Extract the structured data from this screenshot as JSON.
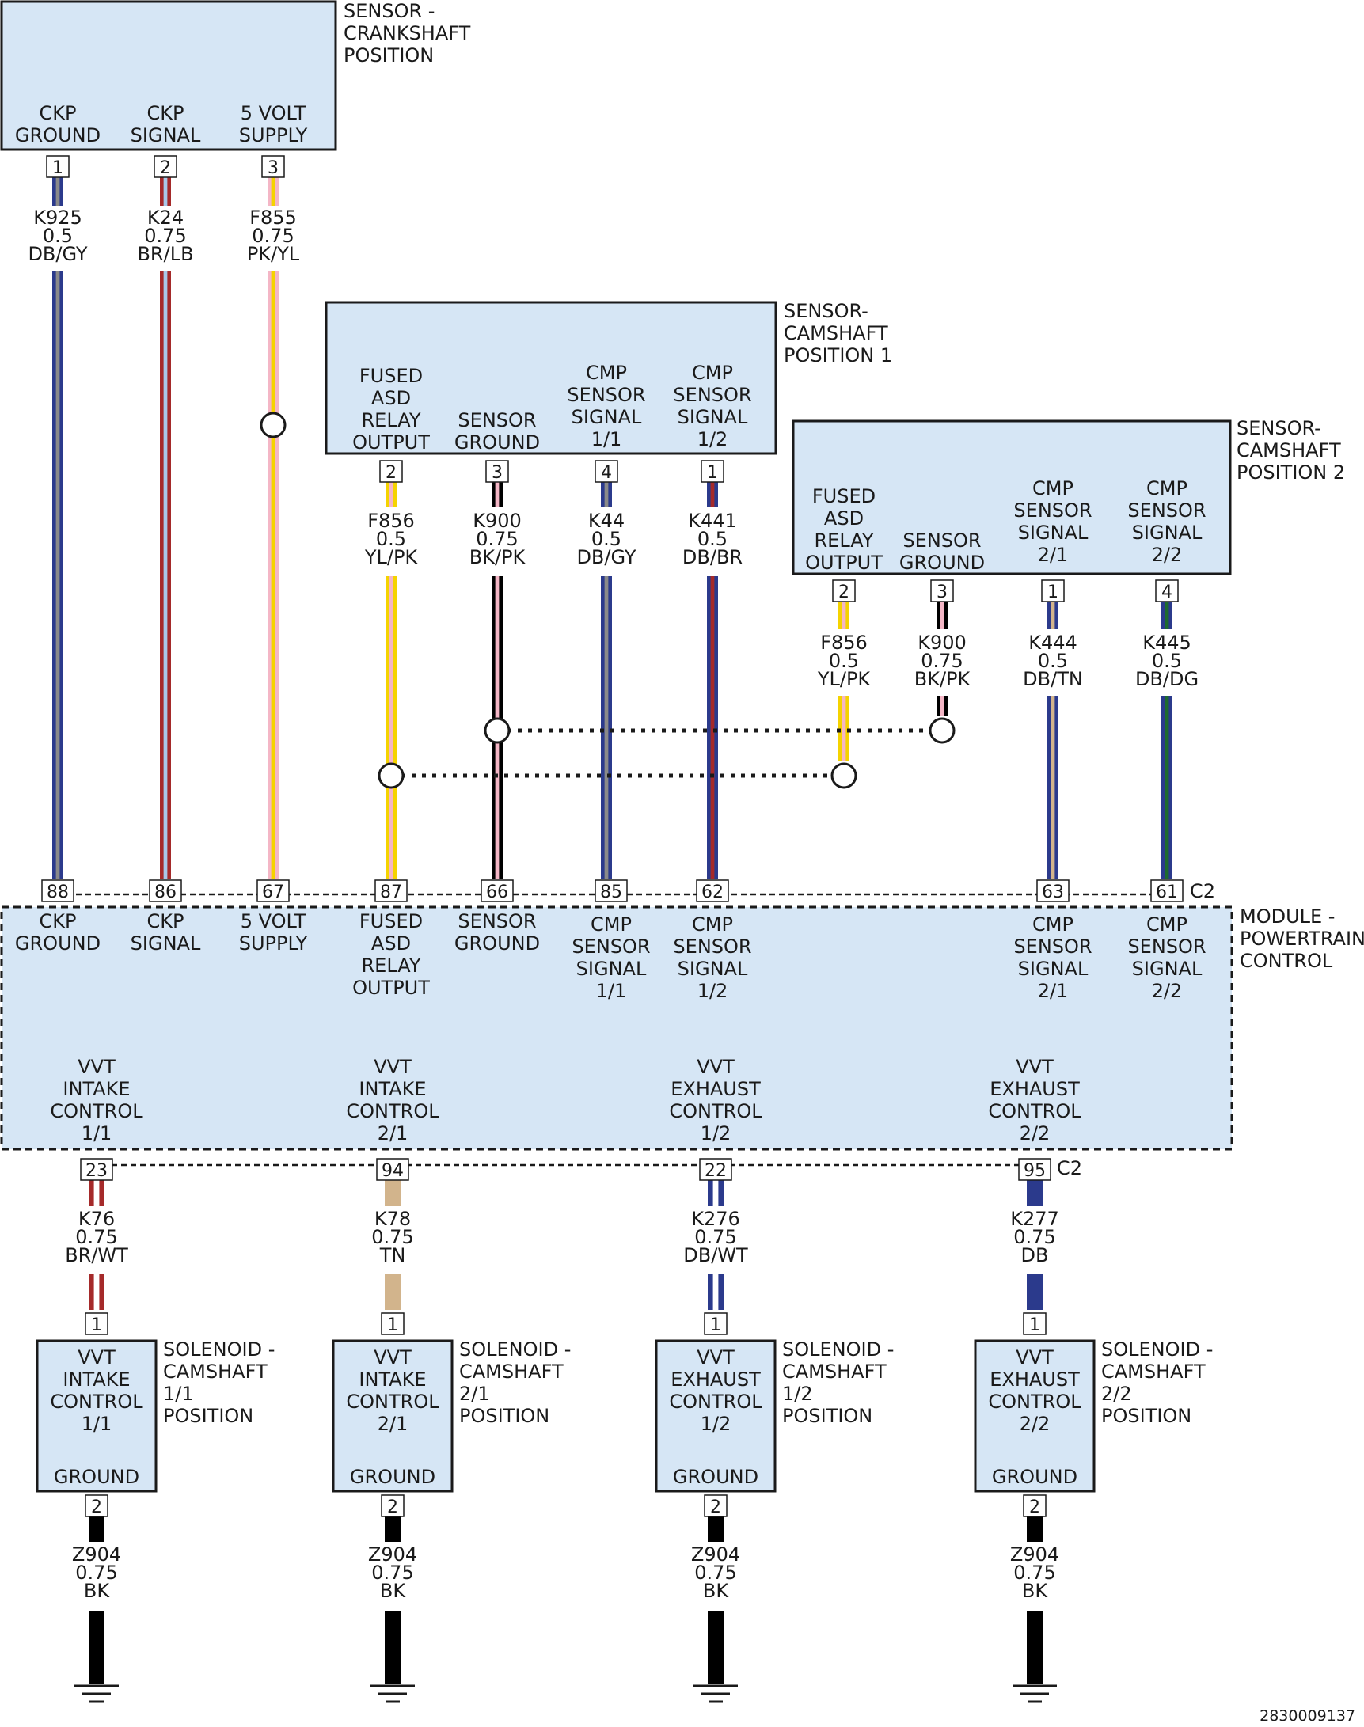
{
  "figure_id": "2830009137",
  "colors": {
    "DB": "#2b3a8c",
    "GY": "#8a8a8a",
    "BR": "#a52a2a",
    "LB": "#a9c8e8",
    "PK": "#f4b6c6",
    "YL": "#f5d300",
    "BK": "#000000",
    "TN": "#d2b48c",
    "DG": "#1e6b2e",
    "WT": "#ffffff",
    "box_fill": "#d6e6f5"
  },
  "components": {
    "ckp_sensor": {
      "title": [
        "SENSOR -",
        "CRANKSHAFT",
        "POSITION"
      ],
      "pins": [
        {
          "pin": "1",
          "label": [
            "CKP",
            "GROUND"
          ],
          "circuit": "K925",
          "gauge": "0.5",
          "color": "DB/GY"
        },
        {
          "pin": "2",
          "label": [
            "CKP",
            "SIGNAL"
          ],
          "circuit": "K24",
          "gauge": "0.75",
          "color": "BR/LB"
        },
        {
          "pin": "3",
          "label": [
            "5 VOLT",
            "SUPPLY"
          ],
          "circuit": "F855",
          "gauge": "0.75",
          "color": "PK/YL"
        }
      ]
    },
    "cmp1_sensor": {
      "title": [
        "SENSOR-",
        "CAMSHAFT",
        "POSITION 1"
      ],
      "pins": [
        {
          "pin": "2",
          "label": [
            "FUSED",
            "ASD",
            "RELAY",
            "OUTPUT"
          ],
          "circuit": "F856",
          "gauge": "0.5",
          "color": "YL/PK"
        },
        {
          "pin": "3",
          "label": [
            "SENSOR",
            "GROUND"
          ],
          "circuit": "K900",
          "gauge": "0.75",
          "color": "BK/PK"
        },
        {
          "pin": "4",
          "label": [
            "CMP",
            "SENSOR",
            "SIGNAL",
            "1/1"
          ],
          "circuit": "K44",
          "gauge": "0.5",
          "color": "DB/GY"
        },
        {
          "pin": "1",
          "label": [
            "CMP",
            "SENSOR",
            "SIGNAL",
            "1/2"
          ],
          "circuit": "K441",
          "gauge": "0.5",
          "color": "DB/BR"
        }
      ]
    },
    "cmp2_sensor": {
      "title": [
        "SENSOR-",
        "CAMSHAFT",
        "POSITION 2"
      ],
      "pins": [
        {
          "pin": "2",
          "label": [
            "FUSED",
            "ASD",
            "RELAY",
            "OUTPUT"
          ],
          "circuit": "F856",
          "gauge": "0.5",
          "color": "YL/PK"
        },
        {
          "pin": "3",
          "label": [
            "SENSOR",
            "GROUND"
          ],
          "circuit": "K900",
          "gauge": "0.75",
          "color": "BK/PK"
        },
        {
          "pin": "1",
          "label": [
            "CMP",
            "SENSOR",
            "SIGNAL",
            "2/1"
          ],
          "circuit": "K444",
          "gauge": "0.5",
          "color": "DB/TN"
        },
        {
          "pin": "4",
          "label": [
            "CMP",
            "SENSOR",
            "SIGNAL",
            "2/2"
          ],
          "circuit": "K445",
          "gauge": "0.5",
          "color": "DB/DG"
        }
      ]
    },
    "pcm": {
      "title": [
        "MODULE -",
        "POWERTRAIN",
        "CONTROL"
      ],
      "connector": "C2",
      "top_pins": [
        {
          "pin": "88",
          "label": [
            "CKP",
            "GROUND"
          ]
        },
        {
          "pin": "86",
          "label": [
            "CKP",
            "SIGNAL"
          ]
        },
        {
          "pin": "67",
          "label": [
            "5 VOLT",
            "SUPPLY"
          ]
        },
        {
          "pin": "87",
          "label": [
            "FUSED",
            "ASD",
            "RELAY",
            "OUTPUT"
          ]
        },
        {
          "pin": "66",
          "label": [
            "SENSOR",
            "GROUND"
          ]
        },
        {
          "pin": "85",
          "label": [
            "CMP",
            "SENSOR",
            "SIGNAL",
            "1/1"
          ]
        },
        {
          "pin": "62",
          "label": [
            "CMP",
            "SENSOR",
            "SIGNAL",
            "1/2"
          ]
        },
        {
          "pin": "63",
          "label": [
            "CMP",
            "SENSOR",
            "SIGNAL",
            "2/1"
          ]
        },
        {
          "pin": "61",
          "label": [
            "CMP",
            "SENSOR",
            "SIGNAL",
            "2/2"
          ]
        }
      ],
      "bottom_pins": [
        {
          "pin": "23",
          "label": [
            "VVT",
            "INTAKE",
            "CONTROL",
            "1/1"
          ],
          "circuit": "K76",
          "gauge": "0.75",
          "color": "BR/WT"
        },
        {
          "pin": "94",
          "label": [
            "VVT",
            "INTAKE",
            "CONTROL",
            "2/1"
          ],
          "circuit": "K78",
          "gauge": "0.75",
          "color": "TN"
        },
        {
          "pin": "22",
          "label": [
            "VVT",
            "EXHAUST",
            "CONTROL",
            "1/2"
          ],
          "circuit": "K276",
          "gauge": "0.75",
          "color": "DB/WT"
        },
        {
          "pin": "95",
          "label": [
            "VVT",
            "EXHAUST",
            "CONTROL",
            "2/2"
          ],
          "circuit": "K277",
          "gauge": "0.75",
          "color": "DB"
        }
      ]
    },
    "solenoids": [
      {
        "title": [
          "SOLENOID -",
          "CAMSHAFT",
          "1/1",
          "POSITION"
        ],
        "label": [
          "VVT",
          "INTAKE",
          "CONTROL",
          "1/1"
        ],
        "ground_label": "GROUND",
        "pin_in": "1",
        "pin_gnd": "2",
        "gnd_circuit": "Z904",
        "gnd_gauge": "0.75",
        "gnd_color": "BK"
      },
      {
        "title": [
          "SOLENOID -",
          "CAMSHAFT",
          "2/1",
          "POSITION"
        ],
        "label": [
          "VVT",
          "INTAKE",
          "CONTROL",
          "2/1"
        ],
        "ground_label": "GROUND",
        "pin_in": "1",
        "pin_gnd": "2",
        "gnd_circuit": "Z904",
        "gnd_gauge": "0.75",
        "gnd_color": "BK"
      },
      {
        "title": [
          "SOLENOID -",
          "CAMSHAFT",
          "1/2",
          "POSITION"
        ],
        "label": [
          "VVT",
          "EXHAUST",
          "CONTROL",
          "1/2"
        ],
        "ground_label": "GROUND",
        "pin_in": "1",
        "pin_gnd": "2",
        "gnd_circuit": "Z904",
        "gnd_gauge": "0.75",
        "gnd_color": "BK"
      },
      {
        "title": [
          "SOLENOID -",
          "CAMSHAFT",
          "2/2",
          "POSITION"
        ],
        "label": [
          "VVT",
          "EXHAUST",
          "CONTROL",
          "2/2"
        ],
        "ground_label": "GROUND",
        "pin_in": "1",
        "pin_gnd": "2",
        "gnd_circuit": "Z904",
        "gnd_gauge": "0.75",
        "gnd_color": "BK"
      }
    ]
  }
}
